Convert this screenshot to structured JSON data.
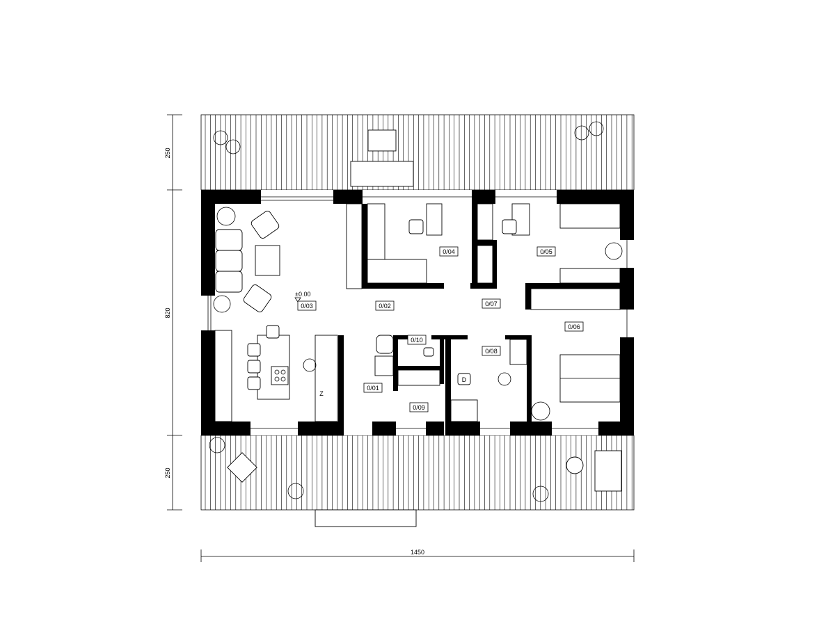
{
  "dimensions": {
    "top_terrace_depth": "250",
    "house_depth": "820",
    "bottom_terrace_depth": "250",
    "total_width": "1450"
  },
  "level_mark": "±0.00",
  "rooms": [
    {
      "id": "0/01"
    },
    {
      "id": "0/02"
    },
    {
      "id": "0/03"
    },
    {
      "id": "0/04"
    },
    {
      "id": "0/05"
    },
    {
      "id": "0/06"
    },
    {
      "id": "0/07"
    },
    {
      "id": "0/08"
    },
    {
      "id": "0/09"
    },
    {
      "id": "0/10"
    }
  ],
  "appliance_labels": {
    "fridge": "Z",
    "washer": "D"
  }
}
